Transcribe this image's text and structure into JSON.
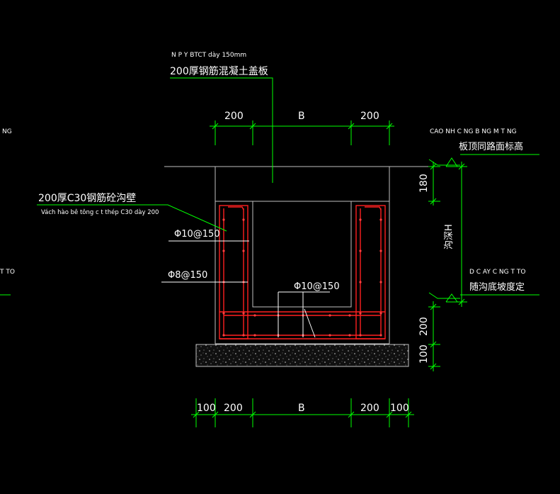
{
  "colors": {
    "background": "#000000",
    "dimension": "#00ff00",
    "outline": "#c0c0c0",
    "rebar": "#ff2020",
    "text": "#ffffff"
  },
  "notes": {
    "cover_vn": "N P   Y BTCT dày 150mm",
    "cover_cn": "200厚钢筋混凝土盖板",
    "wall_cn": "200厚C30钢筋砼沟壁",
    "wall_vn": "Vách hào bê tông c t thép C30 dày 200",
    "rebar_phi10_wall": "Φ10@150",
    "rebar_phi8": "Φ8@150",
    "rebar_phi10_base": "Φ10@150",
    "top_elev_vn": "CAO       NH C NG B NG M T      NG",
    "top_elev_cn": "板顶同路面标高",
    "bottom_elev_vn": "D C   AY C NG T   TO",
    "bottom_elev_cn": "随沟底坡度定",
    "depth": "沟深H",
    "left_cut_top": "NG",
    "left_cut_mid": "T   TO"
  },
  "dimensions": {
    "top": [
      "200",
      "B",
      "200"
    ],
    "bottom": [
      "100",
      "200",
      "B",
      "200",
      "100"
    ],
    "right": [
      "180",
      "200",
      "100"
    ]
  }
}
